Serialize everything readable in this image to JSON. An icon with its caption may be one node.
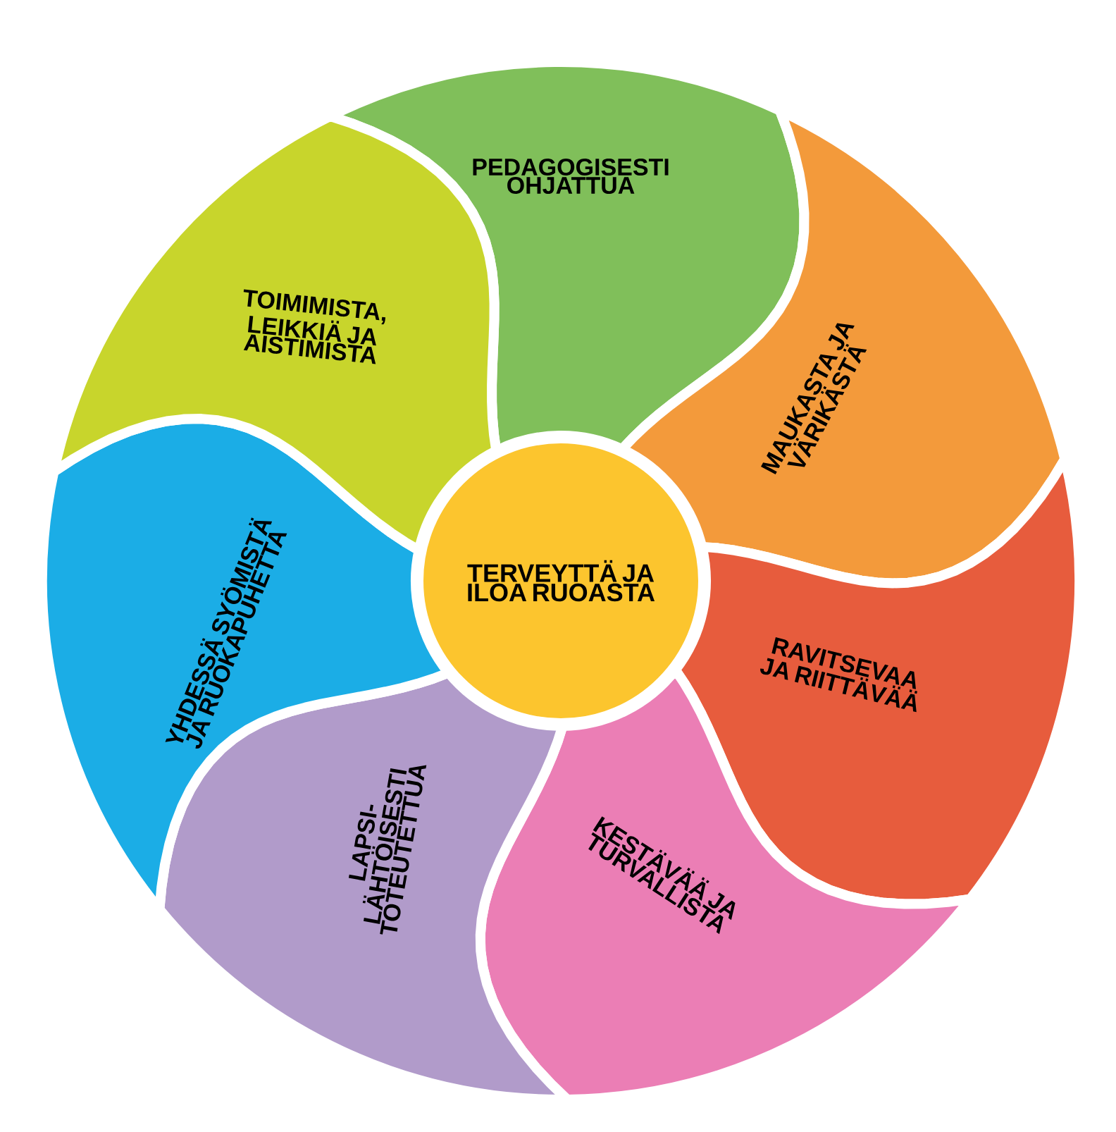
{
  "diagram": {
    "nodes": [
      {
        "text": [
          "TERVEYTTÄ JA ILOA RUOASTA"
        ]
      },
      {
        "text": [
          "PEDAGOGISESTI OHJATTUA"
        ]
      },
      {
        "text": [
          "MAUKASTA JA VÄRIKÄSTÄ"
        ]
      },
      {
        "text": [
          "RAVITSEVAA JA RIITTÄVÄÄ"
        ]
      },
      {
        "text": [
          "KESTÄVÄÄ JA TURVALLISTA"
        ]
      },
      {
        "text": [
          "LAPSI- LÄHTÖISESTI TOTEUTETTUA"
        ]
      },
      {
        "text": [
          "YHDESSÄ SYÖMISTÄ JA RUOKAPUHETTA"
        ]
      },
      {
        "text": [
          "TOIMIMISTA, LEIKKIÄ JA AISTIMISTA"
        ]
      }
    ]
  }
}
